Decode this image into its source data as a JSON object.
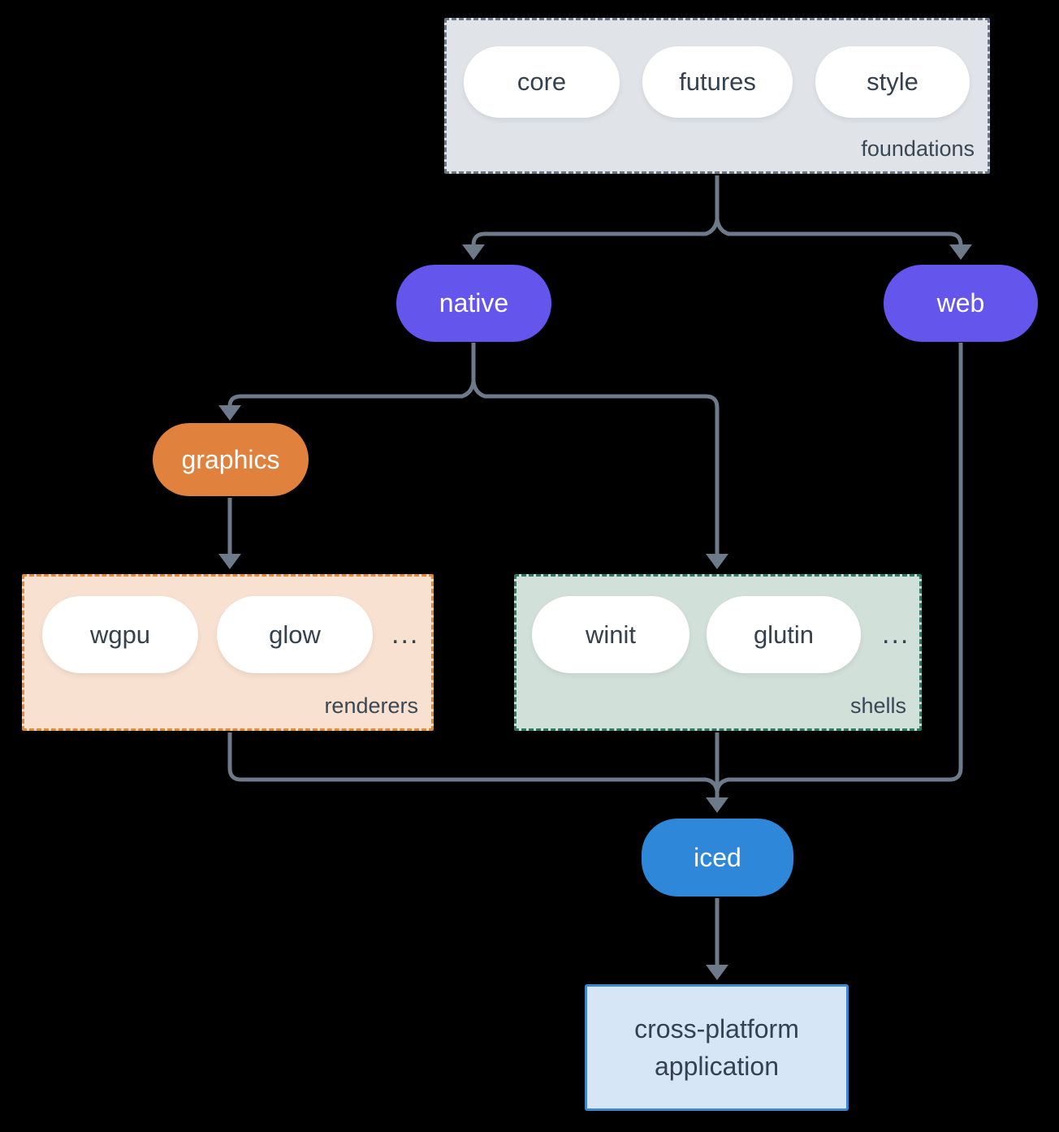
{
  "diagram": {
    "foundations": {
      "label": "foundations",
      "pills": [
        "core",
        "futures",
        "style"
      ]
    },
    "native_label": "native",
    "web_label": "web",
    "graphics_label": "graphics",
    "renderers": {
      "label": "renderers",
      "pills": [
        "wgpu",
        "glow"
      ],
      "more": "..."
    },
    "shells": {
      "label": "shells",
      "pills": [
        "winit",
        "glutin"
      ],
      "more": "..."
    },
    "iced_label": "iced",
    "application_label": "cross-platform application"
  },
  "colors": {
    "background": "#000000",
    "connector": "#6C7A89",
    "purple_node": "#6456EC",
    "orange_node": "#E0813D",
    "blue_node": "#2E87D8",
    "foundations_bg": "#E0E4E8",
    "foundations_border": "#6A7786",
    "renderers_bg": "#F9E1D1",
    "renderers_border": "#E8872E",
    "shells_bg": "#D2E0DA",
    "shells_border": "#2B7A68",
    "application_bg": "#D6E6F7",
    "application_border": "#3D86D2",
    "dark_text": "#34414E"
  }
}
